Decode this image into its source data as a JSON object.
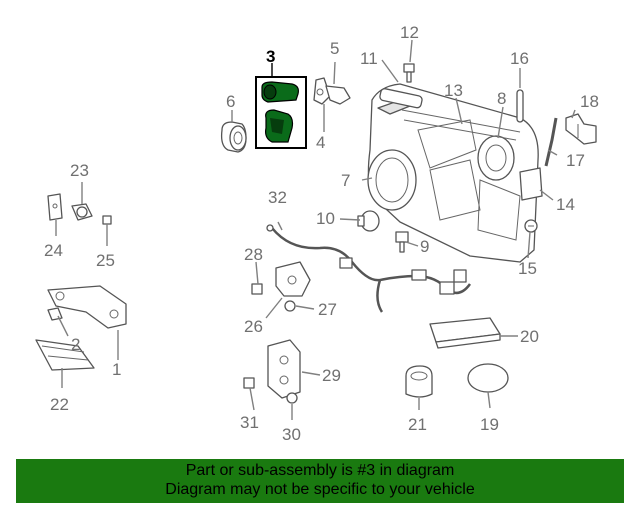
{
  "callouts": {
    "c1": "1",
    "c2": "2",
    "c3": "3",
    "c4": "4",
    "c5": "5",
    "c6": "6",
    "c7": "7",
    "c8": "8",
    "c9": "9",
    "c10": "10",
    "c11": "11",
    "c12": "12",
    "c13": "13",
    "c14": "14",
    "c15": "15",
    "c16": "16",
    "c17": "17",
    "c18": "18",
    "c19": "19",
    "c20": "20",
    "c21": "21",
    "c22": "22",
    "c23": "23",
    "c24": "24",
    "c25": "25",
    "c26": "26",
    "c27": "27",
    "c28": "28",
    "c29": "29",
    "c30": "30",
    "c31": "31",
    "c32": "32"
  },
  "highlighted_part": "3",
  "colors": {
    "highlight": "#0a6b1a",
    "banner": "#1a7a10"
  },
  "banner": {
    "line1": "Part or sub-assembly is #3 in diagram",
    "line2": "Diagram may not be specific to your vehicle"
  }
}
